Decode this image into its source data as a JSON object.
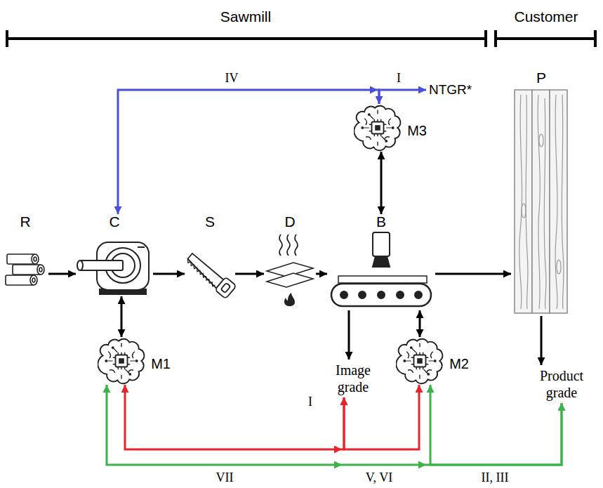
{
  "diagram": {
    "nodes": [
      {
        "text": [
          "R"
        ]
      },
      {
        "text": [
          "C"
        ]
      },
      {
        "text": [
          "S"
        ]
      },
      {
        "text": [
          "D"
        ]
      },
      {
        "text": [
          "B"
        ]
      },
      {
        "text": [
          "P"
        ]
      },
      {
        "text": [
          "M1"
        ]
      },
      {
        "text": [
          "M3"
        ]
      },
      {
        "text": [
          "M2"
        ]
      },
      {
        "text": [
          "Image grade"
        ]
      },
      {
        "text": [
          "Product grade"
        ]
      },
      {
        "text": [
          "NTGR*"
        ]
      }
    ],
    "edges": [
      {
        "from": 0,
        "to": 1,
        "arrow": "to"
      },
      {
        "from": 1,
        "to": 2,
        "arrow": "to"
      },
      {
        "from": 2,
        "to": 3,
        "arrow": "to"
      },
      {
        "from": 3,
        "to": 4,
        "arrow": "to"
      },
      {
        "from": 4,
        "to": 5,
        "arrow": "to"
      },
      {
        "from": 1,
        "to": 6,
        "arrow": "both"
      },
      {
        "from": 7,
        "to": 4,
        "arrow": "both"
      },
      {
        "from": 4,
        "to": 9,
        "arrow": "to"
      },
      {
        "from": 4,
        "to": 8,
        "arrow": "both"
      },
      {
        "from": 5,
        "to": 10,
        "arrow": "to"
      },
      {
        "from": 7,
        "to": 1,
        "label": "IV",
        "arrow": "both"
      },
      {
        "from": 7,
        "to": 11,
        "label": "I",
        "arrow": "to"
      },
      {
        "from": 9,
        "to": 6,
        "arrow": "both"
      },
      {
        "from": 9,
        "to": 8,
        "arrow": "both"
      },
      {
        "from": 10,
        "to": 8,
        "label": "II, III",
        "arrow": "both"
      },
      {
        "from": 10,
        "to": 6,
        "label": "VII",
        "arrow": "both"
      }
    ],
    "labels": [
      "Sawmill",
      "Customer",
      "I",
      "V, VI"
    ]
  }
}
